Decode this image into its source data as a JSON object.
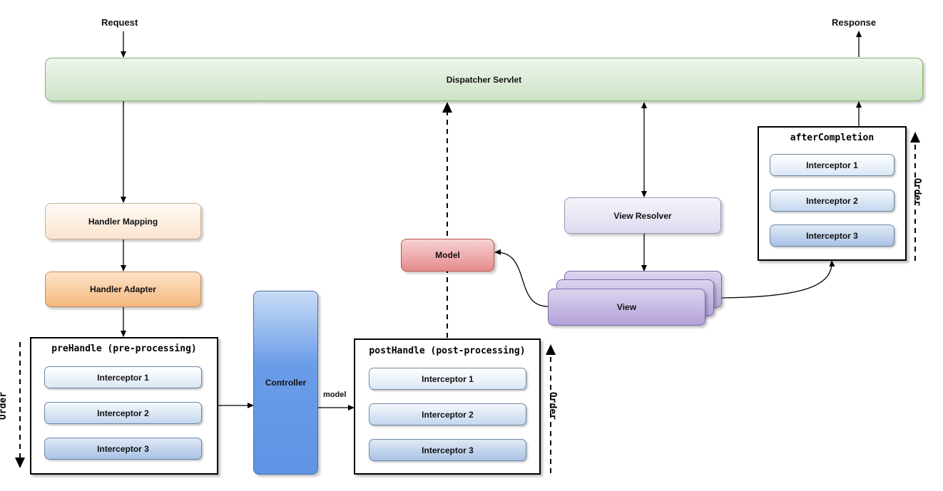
{
  "labels": {
    "request": "Request",
    "response": "Response",
    "model_edge": "model"
  },
  "nodes": {
    "dispatcher": "Dispatcher Servlet",
    "handler_mapping": "Handler Mapping",
    "handler_adapter": "Handler Adapter",
    "controller": "Controller",
    "model": "Model",
    "view_resolver": "View Resolver",
    "view": "View"
  },
  "groups": {
    "prehandle": {
      "title": "preHandle (pre-processing)",
      "order": "Order",
      "interceptors": [
        "Interceptor 1",
        "Interceptor 2",
        "Interceptor 3"
      ]
    },
    "posthandle": {
      "title": "postHandle (post-processing)",
      "order": "Order",
      "interceptors": [
        "Interceptor 1",
        "Interceptor 2",
        "Interceptor 3"
      ]
    },
    "aftercompletion": {
      "title": "afterCompletion",
      "order": "Order",
      "interceptors": [
        "Interceptor 1",
        "Interceptor 2",
        "Interceptor 3"
      ]
    }
  },
  "colors": {
    "dispatcher": "#d5e8d4",
    "handler_mapping": "#fde9d9",
    "handler_adapter": "#f8c99a",
    "controller": "#6d9eeb",
    "model": "#e8898c",
    "view_resolver": "#e6e0f0",
    "view": "#b9a9d9",
    "interceptor": "#c4d7ee"
  }
}
